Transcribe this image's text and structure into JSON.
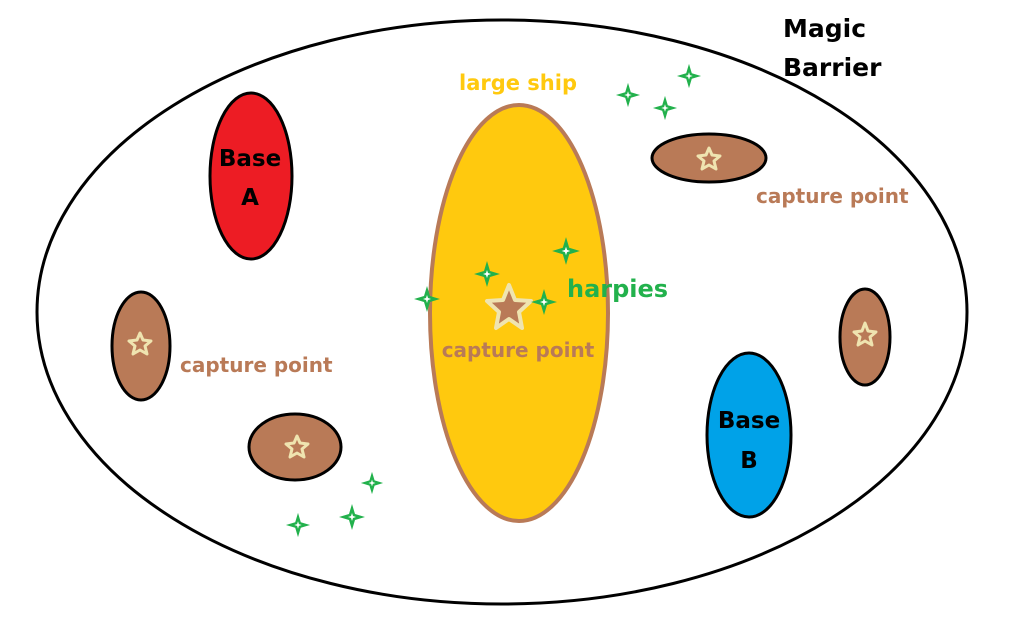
{
  "diagram": {
    "barrier_label_line1": "Magic",
    "barrier_label_line2": "Barrier",
    "base_a_line1": "Base",
    "base_a_line2": "A",
    "base_b_line1": "Base",
    "base_b_line2": "B",
    "ship_label": "large ship",
    "harpies_label": "harpies",
    "capture_label_left": "capture point",
    "capture_label_center": "capture point",
    "capture_label_right": "capture point"
  },
  "colors": {
    "barrier_outline": "#000000",
    "base_a": "#ed1c24",
    "base_b": "#00a2e8",
    "ship": "#ffc90e",
    "ship_outline": "#b97a57",
    "capture_point": "#b97a57",
    "star": "#efe4b0",
    "harpy": "#22b14c"
  },
  "icons": {
    "capture_marker": "star-icon",
    "harpy_marker": "sparkle-icon"
  }
}
